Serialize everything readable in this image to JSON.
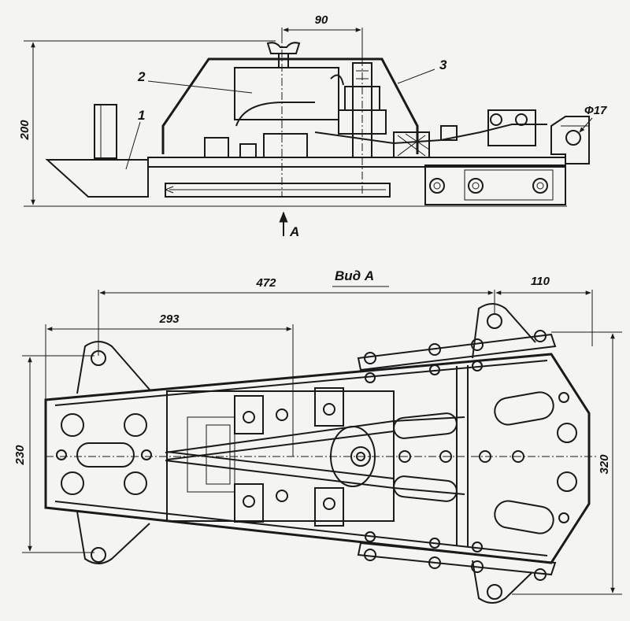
{
  "dimensions": {
    "height_side": "200",
    "dim_90": "90",
    "hole_dia": "Ф17",
    "length_472": "472",
    "length_110": "110",
    "length_293": "293",
    "width_230": "230",
    "width_320": "320"
  },
  "parts": {
    "part_1": "1",
    "part_2": "2",
    "part_3": "3"
  },
  "view": {
    "arrow_label": "A",
    "view_title": "Вид А"
  }
}
